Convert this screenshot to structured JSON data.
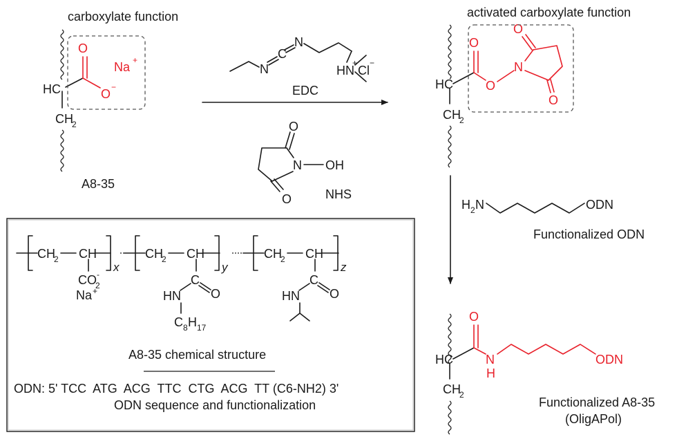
{
  "start": {
    "caption": "carboxylate function",
    "name": "A8-35",
    "o_top": "O",
    "o_minus": "O",
    "minus": "−",
    "na": "Na",
    "plus": "+",
    "hc": "HC",
    "ch": "CH",
    "two": "2"
  },
  "reagents": {
    "edc_label": "EDC",
    "nhs_label": "NHS",
    "n1": "N",
    "c": "C",
    "n2": "N",
    "hn": "HN",
    "plus": "+",
    "cl": "Cl",
    "cl_minus": "−",
    "nhs_n": "N",
    "oh": "OH",
    "o_top": "O",
    "o_bottom": "O"
  },
  "activated": {
    "caption": "activated carboxylate function",
    "o1": "O",
    "o2": "O",
    "o3": "O",
    "o4": "O",
    "n": "N",
    "hc": "HC",
    "ch": "CH",
    "two": "2"
  },
  "amine": {
    "h2n_h": "H",
    "h2n_2": "2",
    "h2n_n": "N",
    "odn": "ODN",
    "label": "Functionalized ODN"
  },
  "product": {
    "o": "O",
    "n": "N",
    "h": "H",
    "odn": "ODN",
    "hc": "HC",
    "ch": "CH",
    "two": "2",
    "label_line1": "Functionalized A8-35",
    "label_line2": "(OligAPol)"
  },
  "box": {
    "ch2": "CH",
    "two": "2",
    "ch": "CH",
    "x": "x",
    "y": "y",
    "z": "z",
    "co2": "CO",
    "co2_minus": "-",
    "na": "Na",
    "na_plus": "+",
    "hn": "HN",
    "c": "C",
    "o": "O",
    "c8": "C",
    "c8_8": "8",
    "c8_h": "H",
    "c8_17": "17",
    "structure_caption": "A8-35 chemical structure",
    "odn_line": "ODN: 5' TCC  ATG  ACG  TTC  CTG  ACG  TT (C6-NH2) 3'",
    "odn_caption": "ODN sequence and functionalization"
  }
}
